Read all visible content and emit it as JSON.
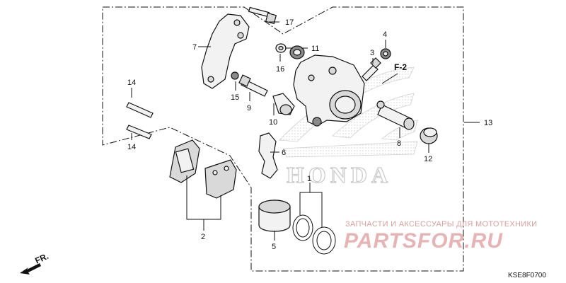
{
  "callouts": {
    "c1": "1",
    "c2": "2",
    "c3": "3",
    "c4": "4",
    "c5": "5",
    "c6": "6",
    "c7": "7",
    "c8": "8",
    "c9": "9",
    "c10": "10",
    "c11": "11",
    "c12": "12",
    "c13": "13",
    "c14a": "14",
    "c14b": "14",
    "c15": "15",
    "c16": "16",
    "c17": "17"
  },
  "ref_label": "F-2",
  "front_label": "FR.",
  "logo_text": "HONDA",
  "watermark": {
    "line1": "ЗАПЧАСТИ И АКСЕССУАРЫ ДЛЯ МОТОТЕХНИКИ",
    "logo": "PARTSFOR.RU"
  },
  "diagram_code": "KSE8F0700",
  "colors": {
    "watermark": "#d8a0a0",
    "lines": "#111111",
    "logo_outline": "#c9c9c9"
  }
}
